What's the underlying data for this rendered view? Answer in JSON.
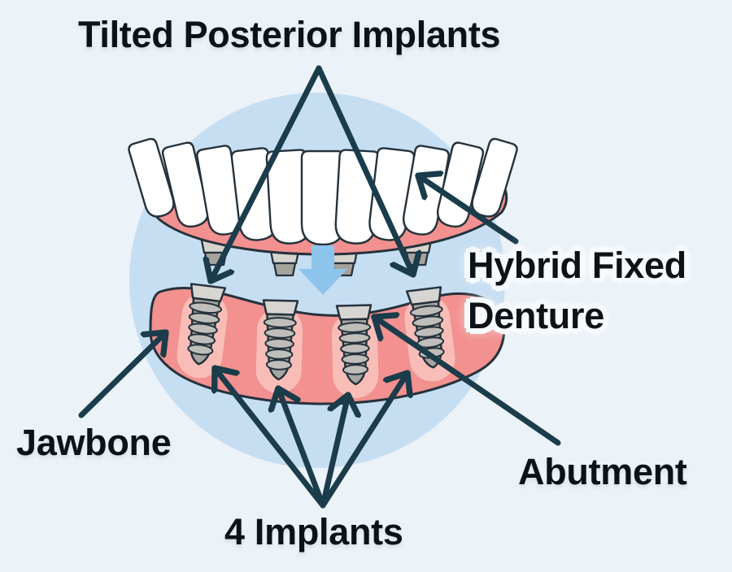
{
  "diagram": {
    "title": "Tilted Posterior Implants",
    "labels": {
      "hybrid_line1": "Hybrid Fixed",
      "hybrid_line2": "Denture",
      "jawbone": "Jawbone",
      "abutment": "Abutment",
      "implants": "4 Implants"
    },
    "implant_count": 4,
    "icons": {
      "down_arrow": "down-block-arrow",
      "annotation_arrow": "chevron-arrowhead"
    }
  },
  "colors": {
    "background": "#ebf2f8",
    "circle": "#c6def2",
    "gum": "#f29190",
    "socket": "#f9bdb7",
    "tooth": "#ffffff",
    "outline": "#25323c",
    "implant_body": "#a7a6a2",
    "implant_ring": "#bfbeba",
    "implant_cap": "#d7d5d2",
    "connector_top": "#d7d4cd",
    "connector_bottom": "#a6a29c",
    "blue_arrow": "#8cc4eb",
    "annotation": "#1a3c4b",
    "text": "#0d1217",
    "halo": "#f6fafd"
  }
}
